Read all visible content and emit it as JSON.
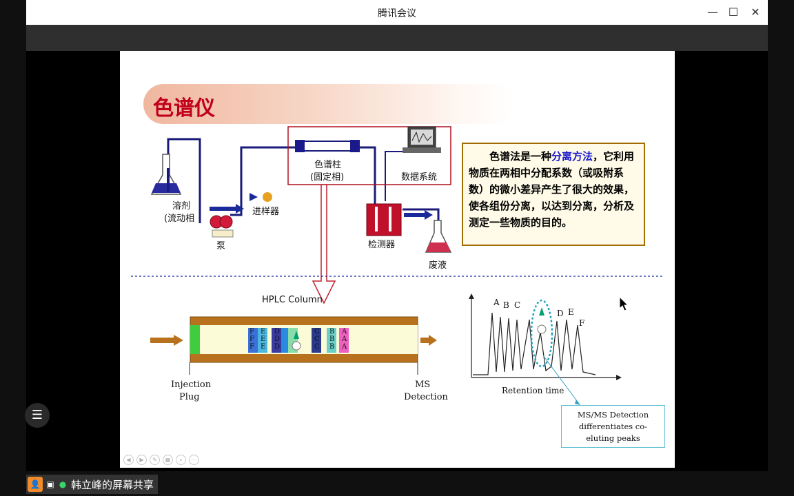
{
  "window": {
    "title": "腾讯会议",
    "minimize": "—",
    "maximize": "☐",
    "close": "✕"
  },
  "slide": {
    "heading": "色谱仪",
    "diagram": {
      "solvent": "溶剂",
      "mobile_phase": "(流动相",
      "pump": "泵",
      "injector": "进样器",
      "column": "色谱柱",
      "stationary_phase": "(固定相)",
      "data_system": "数据系统",
      "detector": "检测器",
      "waste": "废液"
    },
    "description": {
      "part1": "色谱法是一种",
      "highlight": "分离方法",
      "part2": "，它利用物质在两相中分配系数（或吸附系数）的微小差异产生了很大的效果，使各组份分离，以达到分离，分析及测定一些物质的目的。"
    },
    "hplc": {
      "column_label": "HPLC Column",
      "injection": "Injection",
      "plug": "Plug",
      "ms": "MS",
      "detection": "Detection",
      "bands": [
        "F",
        "E",
        "D",
        "C",
        "B",
        "A"
      ],
      "retention": "Retention time",
      "peak_labels": [
        "A",
        "B",
        "C",
        "D",
        "E",
        "F"
      ],
      "msms": [
        "MS/MS Detection",
        "differentiates co-",
        "eluting peaks"
      ]
    }
  },
  "sidebar": {
    "list_icon": "☰"
  },
  "share": {
    "text": "韩立峰的屏幕共享"
  }
}
